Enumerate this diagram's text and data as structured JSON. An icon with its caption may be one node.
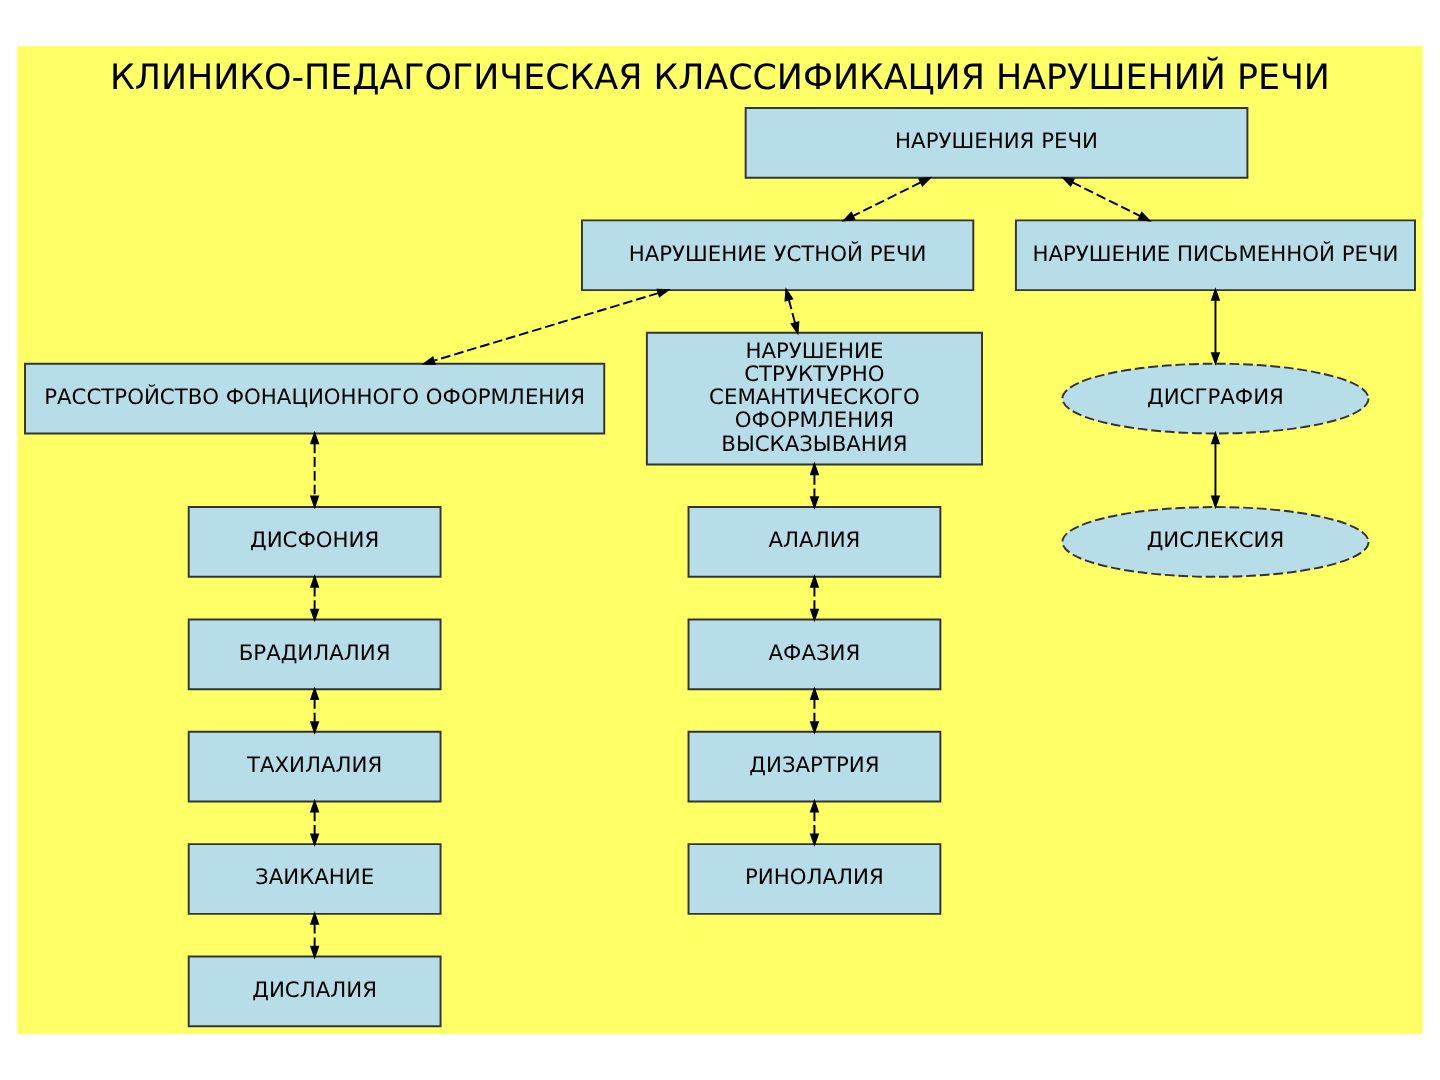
{
  "diagram": {
    "title": "КЛИНИКО-ПЕДАГОГИЧЕСКАЯ КЛАССИФИКАЦИЯ НАРУШЕНИЙ РЕЧИ",
    "nodes": [
      {
        "text": [
          "НАРУШЕНИЯ РЕЧИ"
        ]
      },
      {
        "text": [
          "НАРУШЕНИЕ УСТНОЙ РЕЧИ"
        ]
      },
      {
        "text": [
          "НАРУШЕНИЕ ПИСЬМЕННОЙ РЕЧИ"
        ]
      },
      {
        "text": [
          "РАССТРОЙСТВО ФОНАЦИОННОГО ОФОРМЛЕНИЯ"
        ]
      },
      {
        "text": [
          "НАРУШЕНИЕ СТРУКТУРНО СЕМАНТИЧЕСКОГО ОФОРМЛЕНИЯ ВЫСКАЗЫВАНИЯ"
        ]
      },
      {
        "text": [
          "ДИСГРАФИЯ"
        ]
      },
      {
        "text": [
          "ДИСФОНИЯ"
        ]
      },
      {
        "text": [
          "БРАДИЛАЛИЯ"
        ]
      },
      {
        "text": [
          "ТАХИЛАЛИЯ"
        ]
      },
      {
        "text": [
          "ЗАИКАНИЕ"
        ]
      },
      {
        "text": [
          "ДИСЛАЛИЯ"
        ]
      },
      {
        "text": [
          "АЛАЛИЯ"
        ]
      },
      {
        "text": [
          "АФАЗИЯ"
        ]
      },
      {
        "text": [
          "ДИЗАРТРИЯ"
        ]
      },
      {
        "text": [
          "РИНОЛАЛИЯ"
        ]
      },
      {
        "text": [
          "ДИСЛЕКСИЯ"
        ]
      }
    ],
    "edges": [
      {
        "from": 0,
        "to": 1,
        "arrow": "both",
        "style": "dashed"
      },
      {
        "from": 0,
        "to": 2,
        "arrow": "both",
        "style": "dashed"
      },
      {
        "from": 1,
        "to": 3,
        "arrow": "both",
        "style": "dashed"
      },
      {
        "from": 1,
        "to": 4,
        "arrow": "both",
        "style": "dashed"
      },
      {
        "from": 2,
        "to": 5,
        "arrow": "both"
      },
      {
        "from": 5,
        "to": 15,
        "arrow": "both"
      },
      {
        "from": 3,
        "to": 6,
        "arrow": "both",
        "style": "dashed"
      },
      {
        "from": 6,
        "to": 7,
        "arrow": "both",
        "style": "dashed"
      },
      {
        "from": 7,
        "to": 8,
        "arrow": "both",
        "style": "dashed"
      },
      {
        "from": 8,
        "to": 9,
        "arrow": "both",
        "style": "dashed"
      },
      {
        "from": 9,
        "to": 10,
        "arrow": "both",
        "style": "dashed"
      },
      {
        "from": 4,
        "to": 11,
        "arrow": "both",
        "style": "dashed"
      },
      {
        "from": 11,
        "to": 12,
        "arrow": "both",
        "style": "dashed"
      },
      {
        "from": 12,
        "to": 13,
        "arrow": "both",
        "style": "dashed"
      },
      {
        "from": 13,
        "to": 14,
        "arrow": "both",
        "style": "dashed"
      }
    ]
  }
}
